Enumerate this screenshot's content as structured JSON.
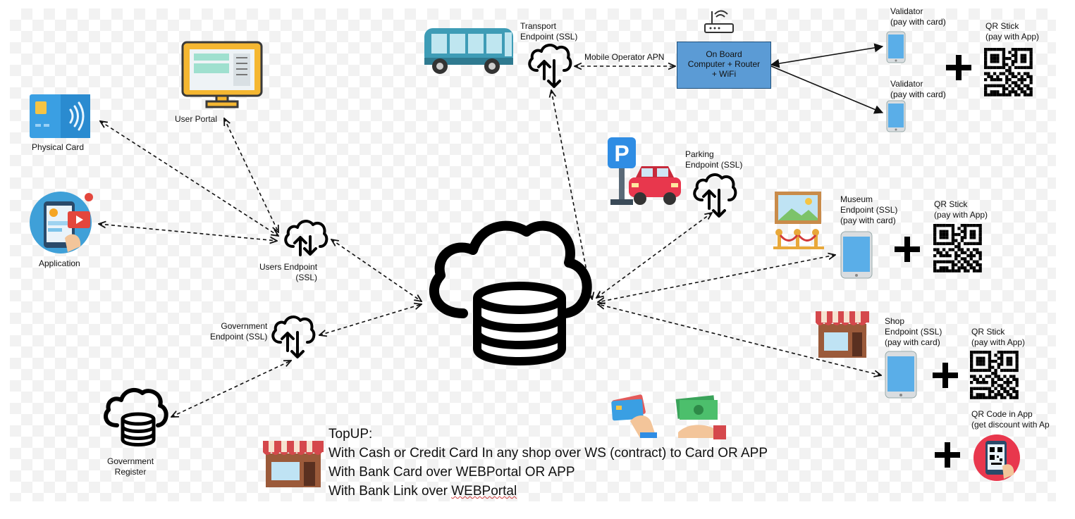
{
  "labels": {
    "physical_card": "Physical Card",
    "user_portal": "User Portal",
    "application": "Application",
    "users_endpoint": "Users Endpoint\n(SSL)",
    "government_endpoint": "Government\nEndpoint (SSL)",
    "government_register": "Government\nRegister",
    "transport_endpoint": "Transport\nEndpoint (SSL)",
    "mobile_operator_apn": "Mobile Operator APN",
    "onboard_computer": "On Board\nComputer + Router\n+ WiFi",
    "validator_1": "Validator\n(pay with card)",
    "validator_2": "Validator\n(pay with card)",
    "qr_stick_transport": "QR Stick\n(pay with App)",
    "parking_endpoint": "Parking\nEndpoint (SSL)",
    "museum_endpoint": "Museum\nEndpoint (SSL)\n(pay with card)",
    "qr_stick_museum": "QR Stick\n(pay with App)",
    "shop_endpoint": "Shop\nEndpoint (SSL)\n(pay with card)",
    "qr_stick_shop": "QR Stick\n(pay with App)",
    "qr_code_in_app": "QR Code in App\n(get discount with Ap"
  },
  "topup": {
    "title": "TopUP:",
    "line1": "With Cash or Credit Card In any shop over WS (contract) to Card OR APP",
    "line2": "With Bank Card over WEBPortal OR APP",
    "line3_prefix": "With Bank Link over ",
    "line3_link": "WEBPortal"
  },
  "icons": [
    "cloud-database-icon",
    "cloud-upload-download-icon",
    "database-icon",
    "bus-icon",
    "router-icon",
    "phone-icon",
    "qr-code-icon",
    "plus-icon",
    "parking-sign-icon",
    "car-icon",
    "museum-icon",
    "shop-icon",
    "payment-card-icon",
    "monitor-icon",
    "mobile-app-icon",
    "credit-card-hand-icon",
    "cash-hand-icon",
    "qr-phone-icon"
  ],
  "colors": {
    "router_box": "#5b9bd5",
    "phone": "#5aaee8",
    "bus": "#3e9cb6",
    "car": "#e8374d",
    "parking_sign": "#2f8de4",
    "shop_awning": "#d5484c"
  }
}
